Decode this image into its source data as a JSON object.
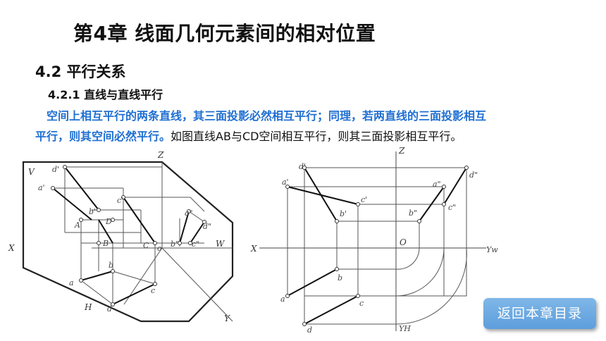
{
  "title": "第4章  线面几何元素间的相对位置",
  "section": "4.2  平行关系",
  "subsection": "4.2.1 直线与直线平行",
  "paragraph": {
    "highlight_line1": "空间上相互平行的两条直线，其三面投影必然相互平行；同理，若两直线的三面投影相互",
    "highlight_line2": "平行，则其空间必然平行。",
    "normal_text": "如图直线AB与CD空间相互平行，则其三面投影相互平行。"
  },
  "back_button": "返回本章目录",
  "left_figure": {
    "axis_labels": {
      "X": "X",
      "Y": "Y",
      "Z": "Z",
      "V": "V",
      "H": "H",
      "W": "W",
      "O": "o"
    },
    "points": {
      "A": "A",
      "B": "B",
      "C": "C",
      "D": "D",
      "a": "a",
      "b": "b",
      "c": "c",
      "d": "d",
      "a1": "a'",
      "b1": "b'",
      "c1": "c'",
      "d1": "d'",
      "a2": "a\"",
      "b2": "b\"",
      "c2": "c\"",
      "d2": "d\""
    }
  },
  "right_figure": {
    "axis_labels": {
      "X": "X",
      "Z": "Z",
      "O": "O",
      "YW": "Yw",
      "YH": "YH"
    },
    "points": {
      "a": "a",
      "b": "b",
      "c": "c",
      "d": "d",
      "a1": "a'",
      "b1": "b'",
      "c1": "c'",
      "d1": "d'",
      "a2": "a\"",
      "b2": "b\"",
      "c2": "c\"",
      "d2": "d\""
    }
  }
}
